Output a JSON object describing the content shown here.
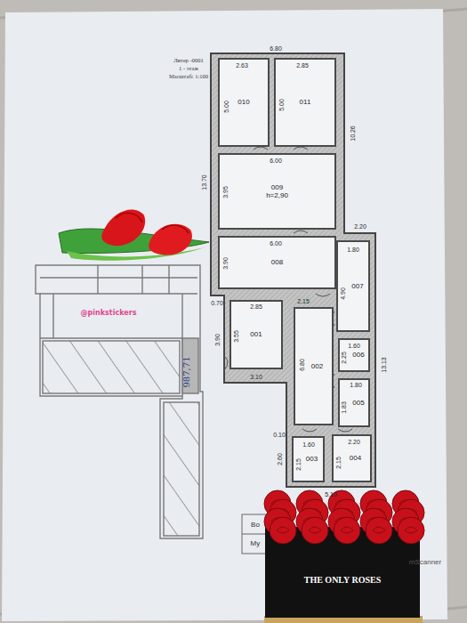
{
  "diagram": {
    "nodes": [
      {
        "text": [
          "010"
        ]
      },
      {
        "text": [
          "011"
        ]
      },
      {
        "text": [
          "009",
          "h=2,90"
        ]
      },
      {
        "text": [
          "008"
        ]
      },
      {
        "text": [
          "007"
        ]
      },
      {
        "text": [
          "001"
        ]
      },
      {
        "text": [
          "002"
        ]
      },
      {
        "text": [
          "006"
        ]
      },
      {
        "text": [
          "005"
        ]
      },
      {
        "text": [
          "003"
        ]
      },
      {
        "text": [
          "004"
        ]
      }
    ],
    "labels": [
      "Литер -0001",
      "1 - этаж",
      "Масштаб: 1:100",
      "6.80",
      "2.63",
      "2.85",
      "5.00",
      "5.00",
      "10.26",
      "13.70",
      "6.00",
      "3.95",
      "6.00",
      "3.90",
      "2.20",
      "1.80",
      "4.90",
      "0.70",
      "2.85",
      "2.15",
      "3.55",
      "3.90",
      "3.10",
      "6.80",
      "1.60",
      "2.25",
      "1.80",
      "1.83",
      "13.13",
      "0.10",
      "1.60",
      "2.20",
      "2.60",
      "2.15",
      "2.15",
      "5.10",
      "987,71",
      "@pinkstickers",
      "Во",
      "Му",
      "mScanner",
      "THE ONLY ROSES"
    ]
  }
}
